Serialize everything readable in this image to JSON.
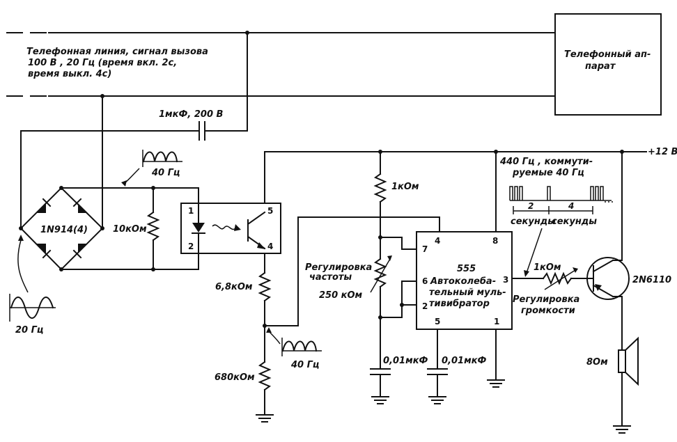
{
  "labels": {
    "phone_line_1": "Телефонная линия, сигнал вызова",
    "phone_line_2": "100 В , 20 Гц (время вкл. 2с,",
    "phone_line_3": "время выкл. 4с)",
    "telephone_1": "Телефонный ап-",
    "telephone_2": "парат",
    "capacitor_line": "1мкФ, 200 В",
    "bridge": "1N914(4)",
    "r_bridge": "10кОм",
    "freq_20": "20 Гц",
    "freq_40_top": "40 Гц",
    "freq_40_bottom": "40 Гц",
    "opto_pin1": "1",
    "opto_pin2": "2",
    "opto_pin5": "5",
    "opto_pin4": "4",
    "r_6_8k": "6,8кОм",
    "r_680k": "680кОм",
    "r_1k_top": "1кОм",
    "freq_adjust_1": "Регулировка",
    "freq_adjust_2": "частоты",
    "pot_250k": "250 кОм",
    "c1": "0,01мкФ",
    "c2": "0,01мкФ",
    "ic_name": "555",
    "ic_desc_1": "Автоколеба-",
    "ic_desc_2": "тельный муль-",
    "ic_desc_3": "тивибратор",
    "ic_pin4": "4",
    "ic_pin8": "8",
    "ic_pin7": "7",
    "ic_pin6": "6",
    "ic_pin2": "2",
    "ic_pin3": "3",
    "ic_pin5": "5",
    "ic_pin1": "1",
    "supply": "+12 В",
    "tone_1": "440 Гц , коммути-",
    "tone_2": "руемые 40 Гц",
    "seconds_2": "2",
    "seconds_4": "4",
    "seconds_label_1": "секунды",
    "seconds_label_2": "секунды",
    "r_1k_volume": "1кОм",
    "volume_adjust_1": "Регулировка",
    "volume_adjust_2": "громкости",
    "transistor": "2N6110",
    "speaker": "8Ом"
  }
}
